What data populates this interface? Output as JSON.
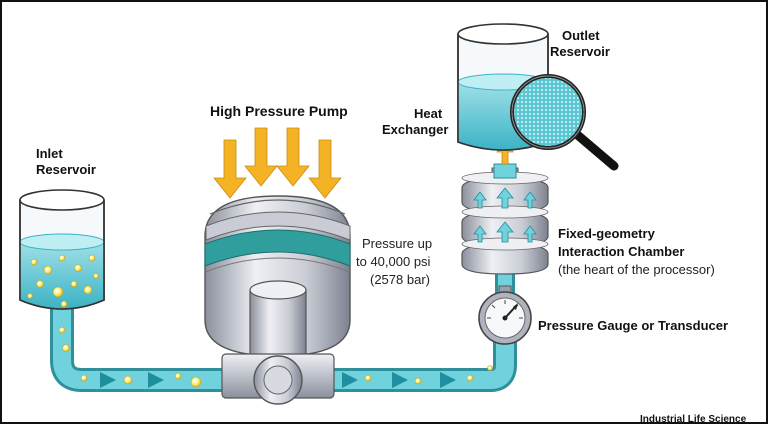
{
  "labels": {
    "inlet_line1": "Inlet",
    "inlet_line2": "Reservoir",
    "pump": "High Pressure Pump",
    "pressure_line1": "Pressure up",
    "pressure_line2": "to 40,000 psi",
    "pressure_line3": "(2578 bar)",
    "heat_line1": "Heat",
    "heat_line2": "Exchanger",
    "outlet_line1": "Outlet",
    "outlet_line2": "Reservoir",
    "chamber_line1": "Fixed-geometry",
    "chamber_line2": "Interaction Chamber",
    "chamber_line3": "(the heart of the processor)",
    "gauge": "Pressure Gauge or Transducer",
    "credit": "Industrial Life Science"
  },
  "colors": {
    "liquid": "#55c6d4",
    "liquid_light": "#9fe0e8",
    "pump_band": "#2f9e9c",
    "arrow_yellow": "#f4b324",
    "bubble": "#f5ef7a",
    "metal": "#c9ccd4",
    "metal_dark": "#8a8f9c"
  },
  "icons": {
    "pressure_arrows": "down-arrow-icon",
    "magnifier": "magnifier-icon",
    "gauge": "gauge-icon"
  }
}
